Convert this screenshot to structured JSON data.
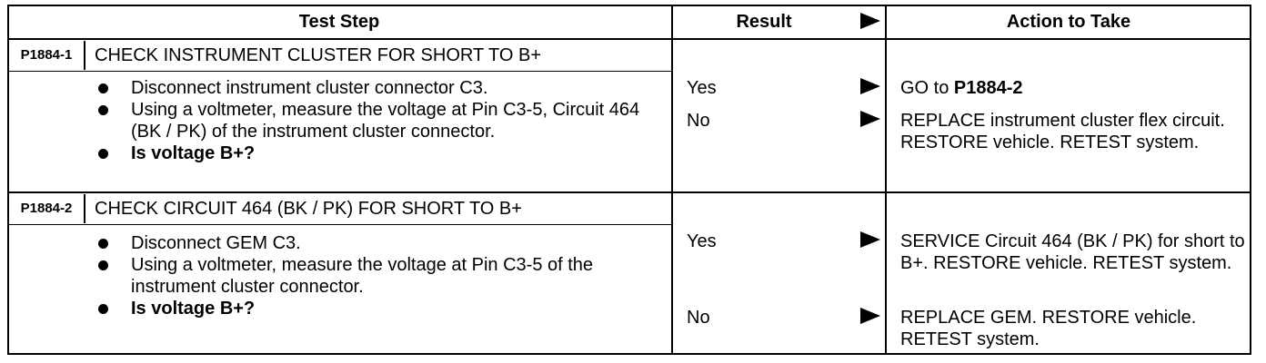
{
  "header": {
    "test_step": "Test Step",
    "result": "Result",
    "action_to_take": "Action to Take"
  },
  "steps": [
    {
      "id": "P1884-1",
      "title": "CHECK INSTRUMENT CLUSTER FOR SHORT TO B+",
      "bullets": [
        "Disconnect instrument cluster connector C3.",
        "Using a voltmeter, measure the voltage at Pin C3-5, Circuit 464 (BK / PK) of the instrument cluster connector.",
        "Is voltage B+?"
      ],
      "results": [
        "Yes",
        "No"
      ],
      "actions": {
        "yes_prefix": "GO to ",
        "yes_ref": "P1884-2",
        "no": "REPLACE instrument cluster flex circuit. RESTORE vehicle. RETEST system."
      }
    },
    {
      "id": "P1884-2",
      "title": "CHECK CIRCUIT 464 (BK / PK) FOR SHORT TO B+",
      "bullets": [
        "Disconnect GEM C3.",
        "Using a voltmeter, measure the voltage at Pin C3-5 of the instrument cluster connector.",
        "Is voltage B+?"
      ],
      "results": [
        "Yes",
        "No"
      ],
      "actions": {
        "yes": "SERVICE Circuit 464 (BK / PK) for short to B+. RESTORE vehicle. RETEST system.",
        "no": "REPLACE GEM. RESTORE vehicle. RETEST system."
      }
    }
  ]
}
